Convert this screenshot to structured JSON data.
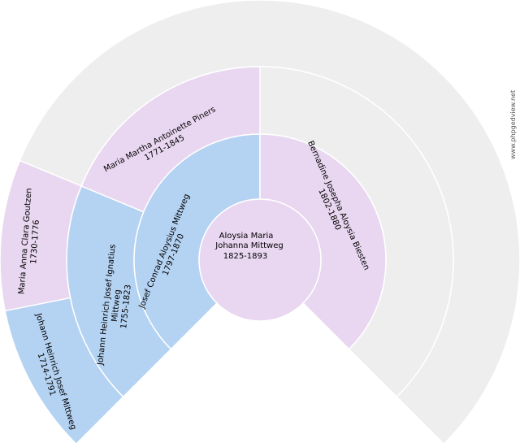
{
  "colors": {
    "empty": "#eeeeee",
    "female": "#e9d6f0",
    "male": "#b4d2f2",
    "stroke": "#ffffff"
  },
  "watermark": "www.phpgedview.net",
  "center": {
    "line1": "Aloysia Maria",
    "line2": "Johanna Mittweg",
    "line3": "1825-1893"
  },
  "persons": {
    "father": {
      "name": "Josef Conrad Aloysius Mittweg",
      "dates": "1797-1870",
      "sex": "M"
    },
    "mother": {
      "name": "Bernadine Josepha Aloysia Biesten",
      "dates": "1802-1880",
      "sex": "F"
    },
    "pat_grandfather": {
      "name": "Johann Heinrich Josef Ignatius",
      "name2": "Mittweg",
      "dates": "1755-1823",
      "sex": "M"
    },
    "pat_grandmother": {
      "name": "Maria Martha Antoinette Piners",
      "dates": "1771-1845",
      "sex": "F"
    },
    "ggf": {
      "name": "Johann Heinrich Josef Mittweg",
      "dates": "1714-1791",
      "sex": "M"
    },
    "ggm": {
      "name": "Maria Anna Clara Goutzen",
      "dates": "1730-1776",
      "sex": "F"
    }
  }
}
